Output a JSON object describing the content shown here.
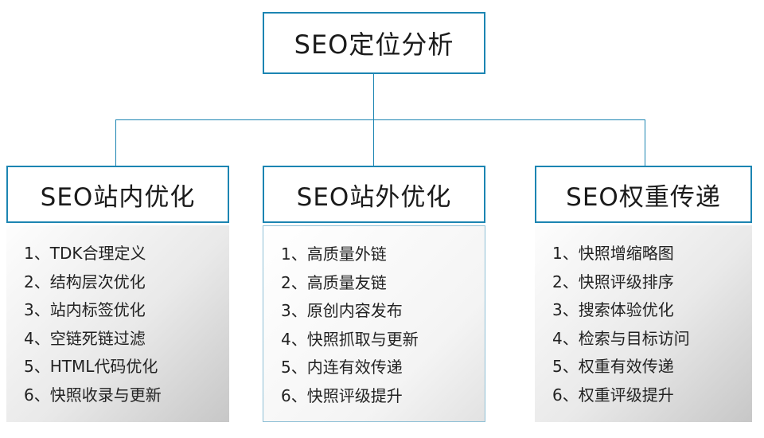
{
  "diagram": {
    "root": {
      "title": "SEO定位分析"
    },
    "columns": [
      {
        "title": "SEO站内优化",
        "items": [
          "1、TDK合理定义",
          "2、结构层次优化",
          "3、站内标签优化",
          "4、空链死链过滤",
          "5、HTML代码优化",
          "6、快照收录与更新"
        ]
      },
      {
        "title": "SEO站外优化",
        "items": [
          "1、高质量外链",
          "2、高质量友链",
          "3、原创内容发布",
          "4、快照抓取与更新",
          "5、内连有效传递",
          "6、快照评级提升"
        ]
      },
      {
        "title": "SEO权重传递",
        "items": [
          "1、快照增缩略图",
          "2、快照评级排序",
          "3、搜索体验优化",
          "4、检索与目标访问",
          "5、权重有效传递",
          "6、权重评级提升"
        ]
      }
    ],
    "colors": {
      "accent": "#1c85b2",
      "text": "#1a1a1a"
    }
  }
}
